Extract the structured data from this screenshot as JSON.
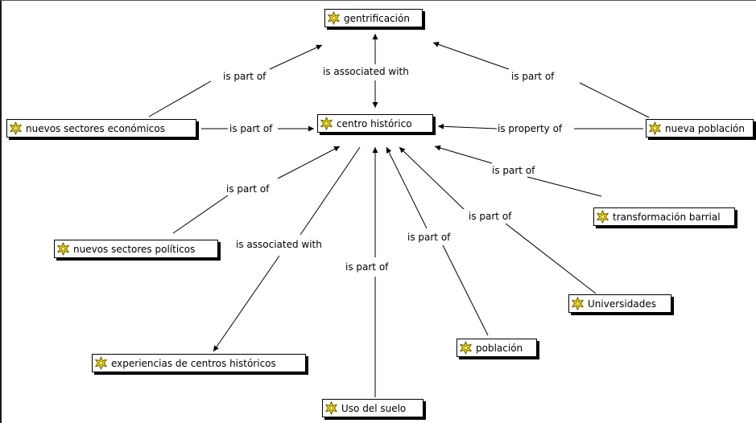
{
  "concepts": {
    "gentrificacion": "gentrificación",
    "centro_historico": "centro histórico",
    "nuevos_sectores_economicos": "nuevos sectores económicos",
    "nueva_poblacion": "nueva población",
    "transformacion_barrial": "transformación barrial",
    "nuevos_sectores_politicos": "nuevos sectores políticos",
    "universidades": "Universidades",
    "poblacion": "población",
    "experiencias": "experiencias de centros históricos",
    "uso_del_suelo": "Uso del suelo"
  },
  "links": {
    "economicos_gentrificacion": "is part of",
    "centro_gentrificacion": "is associated with",
    "nueva_gentrificacion": "is part of",
    "economicos_centro": "is part of",
    "nueva_centro": "is property of",
    "transformacion_centro": "is part of",
    "politicos_centro": "is part of",
    "centro_experiencias": "is associated with",
    "uso_centro": "is part of",
    "poblacion_centro": "is part of",
    "universidades_centro": "is part of"
  },
  "colors": {
    "line": "#000000",
    "icon_fill": "#f2dc00",
    "icon_outline": "#6b5a00",
    "node_border": "#000000"
  },
  "icons": {
    "concept": "concept-star-icon"
  }
}
